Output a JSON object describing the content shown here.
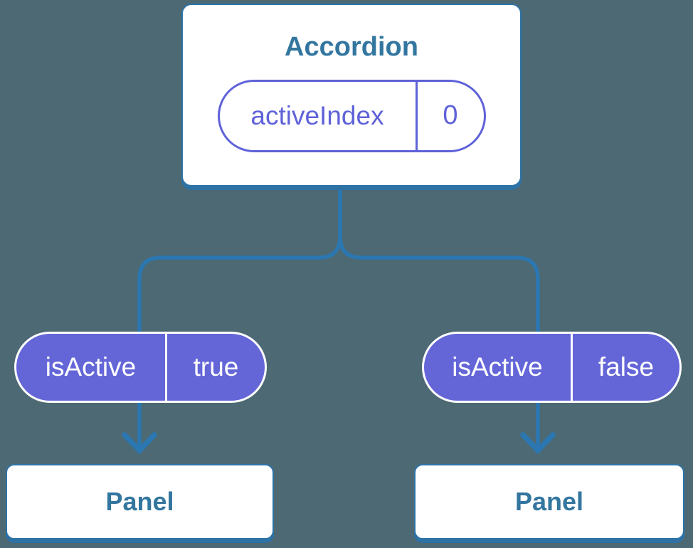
{
  "diagram": {
    "root": {
      "title": "Accordion",
      "state_pill": {
        "name": "activeIndex",
        "value": "0"
      }
    },
    "children": [
      {
        "prop_pill": {
          "name": "isActive",
          "value": "true"
        },
        "card": {
          "title": "Panel"
        }
      },
      {
        "prop_pill": {
          "name": "isActive",
          "value": "false"
        },
        "card": {
          "title": "Panel"
        }
      }
    ]
  },
  "colors": {
    "background": "#4d6973",
    "connector": "#2b77b2",
    "card_shadow": "#2e72a4",
    "card_border": "#2e74a8",
    "card_text": "#33769f",
    "purple_fill": "#6466d8",
    "purple_stroke": "#5f62d8",
    "white": "#ffffff"
  }
}
